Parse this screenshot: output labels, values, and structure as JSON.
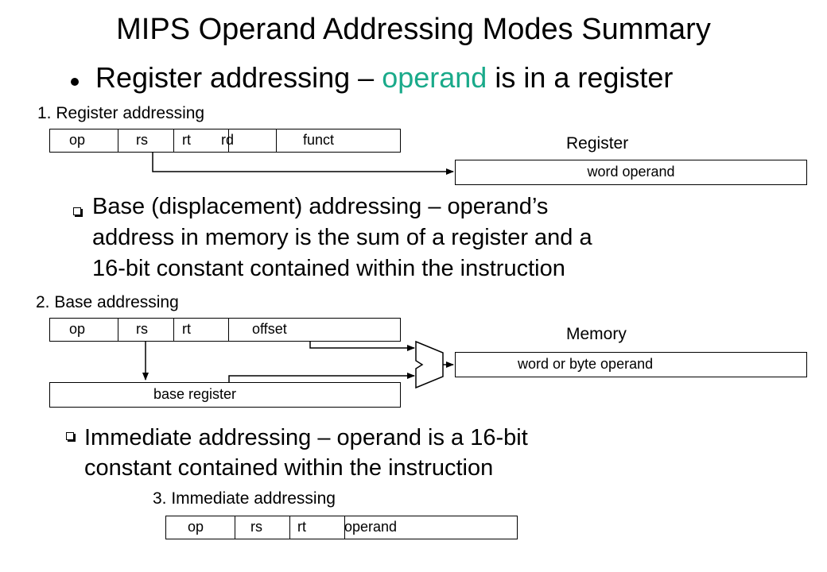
{
  "title": "MIPS Operand Addressing Modes Summary",
  "bullet1": {
    "prefix": "Register addressing – ",
    "accent": "operand",
    "suffix": " is in a register",
    "accent_color": "#1aaa8a"
  },
  "section1": {
    "caption": "1. Register addressing",
    "fields": [
      "op",
      "rs",
      "rt",
      "rd",
      "funct"
    ],
    "target_label": "Register",
    "target_box": "word operand"
  },
  "bullet2": {
    "lines": [
      "Base (displacement) addressing – operand’s",
      "address in memory is the sum of a register and a",
      "16-bit constant contained within the instruction"
    ]
  },
  "section2": {
    "caption": "2. Base addressing",
    "fields": [
      "op",
      "rs",
      "rt",
      "offset"
    ],
    "target_label": "Memory",
    "target_box": "word or byte operand",
    "base_box": "base register"
  },
  "bullet3": {
    "lines": [
      "Immediate addressing – operand is a 16-bit",
      "constant contained within the instruction"
    ]
  },
  "section3": {
    "caption": "3. Immediate addressing",
    "fields": [
      "op",
      "rs",
      "rt",
      "operand"
    ]
  }
}
